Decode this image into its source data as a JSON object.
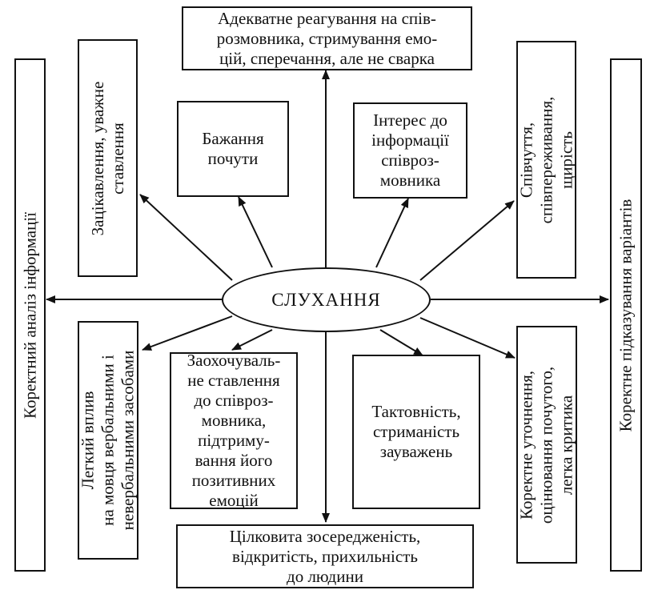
{
  "diagram": {
    "center": "СЛУХАННЯ",
    "top": [
      "Адекватне реагування на спів-",
      "розмовника, стримування емо-",
      "цій, сперечання, але не сварка"
    ],
    "upper_left_inner": [
      "Бажання",
      "почути"
    ],
    "upper_right_inner": [
      "Інтерес до",
      "інформації",
      "співроз-",
      "мовника"
    ],
    "upper_left_outer": [
      "Зацікавлення, уважне",
      "ставлення"
    ],
    "upper_right_outer": [
      "Співчуття,",
      "співпереживання,",
      "щирість"
    ],
    "far_left": "Коректний аналіз інформації",
    "far_right": "Коректне підказування варіантів",
    "lower_left_outer": [
      "Легкий вплив",
      "на мовця вербальними і",
      "невербальними засобами"
    ],
    "lower_left_inner": [
      "Заохочуваль-",
      "не ставлення",
      "до співроз-",
      "мовника,",
      "підтриму-",
      "вання його",
      "позитивних",
      "емоцій"
    ],
    "lower_right_inner": [
      "Тактовність,",
      "стриманість",
      "зауважень"
    ],
    "lower_right_outer": [
      "Коректне уточнення,",
      "оцінювання почутого,",
      "легка критика"
    ],
    "bottom": [
      "Цілковита зосередженість,",
      "відкритість, прихильність",
      "до людини"
    ]
  }
}
